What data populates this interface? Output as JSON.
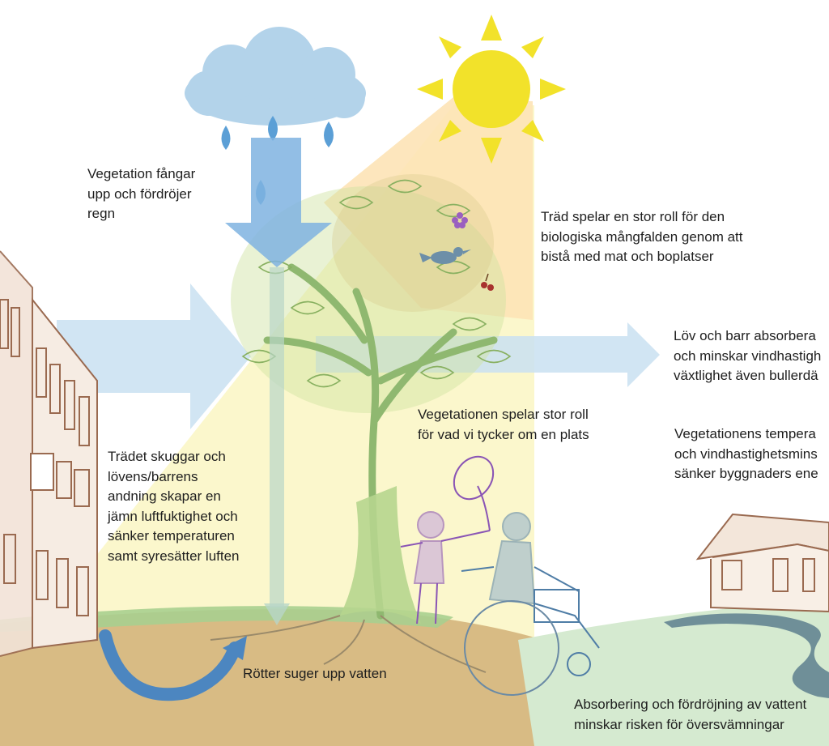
{
  "labels": {
    "rain": "Vegetation fångar\nupp och fördröjer\nregn",
    "biodiversity": "Träd spelar en stor roll för den\nbiologiska mångfalden genom att\nbistå med mat och boplatser",
    "wind_line1": "Löv och barr absorbera",
    "wind_line2": "och minskar vindhastigh",
    "wind_line3": "växtlighet även bullerdä",
    "place": "Vegetationen spelar stor roll\nför vad vi tycker om en plats",
    "energy_line1": "Vegetationens tempera",
    "energy_line2": "och vindhastighetsmins",
    "energy_line3": "sänker byggnaders ene",
    "shade": "Trädet skuggar och\nlövens/barrens\nandning skapar en\njämn luftfuktighet och\nsänker temperaturen\nsamt syresätter luften",
    "roots": "Rötter suger upp vatten",
    "flood_line1": "Absorbering och fördröjning av vattent",
    "flood_line2": "minskar risken för översvämningar"
  },
  "icons": [
    "rain-cloud-icon",
    "sun-icon",
    "tree-icon",
    "bird-icon",
    "berries-icon",
    "flower-icon",
    "child-icon",
    "wheelchair-user-icon",
    "house-icon",
    "apartment-building-icon",
    "wind-arrow-icon",
    "water-arrow-icon"
  ],
  "colors": {
    "sun": "#f2e22a",
    "sky_shade": "#fbf6c3",
    "cloud": "#b3d3ea",
    "water_arrow": "#7fb3e0",
    "wind_arrow": "#c7dff0",
    "ground": "#d6b97e",
    "grass": "#a8d08d",
    "tree": "#b9d48a",
    "river": "#5a7d8c"
  }
}
